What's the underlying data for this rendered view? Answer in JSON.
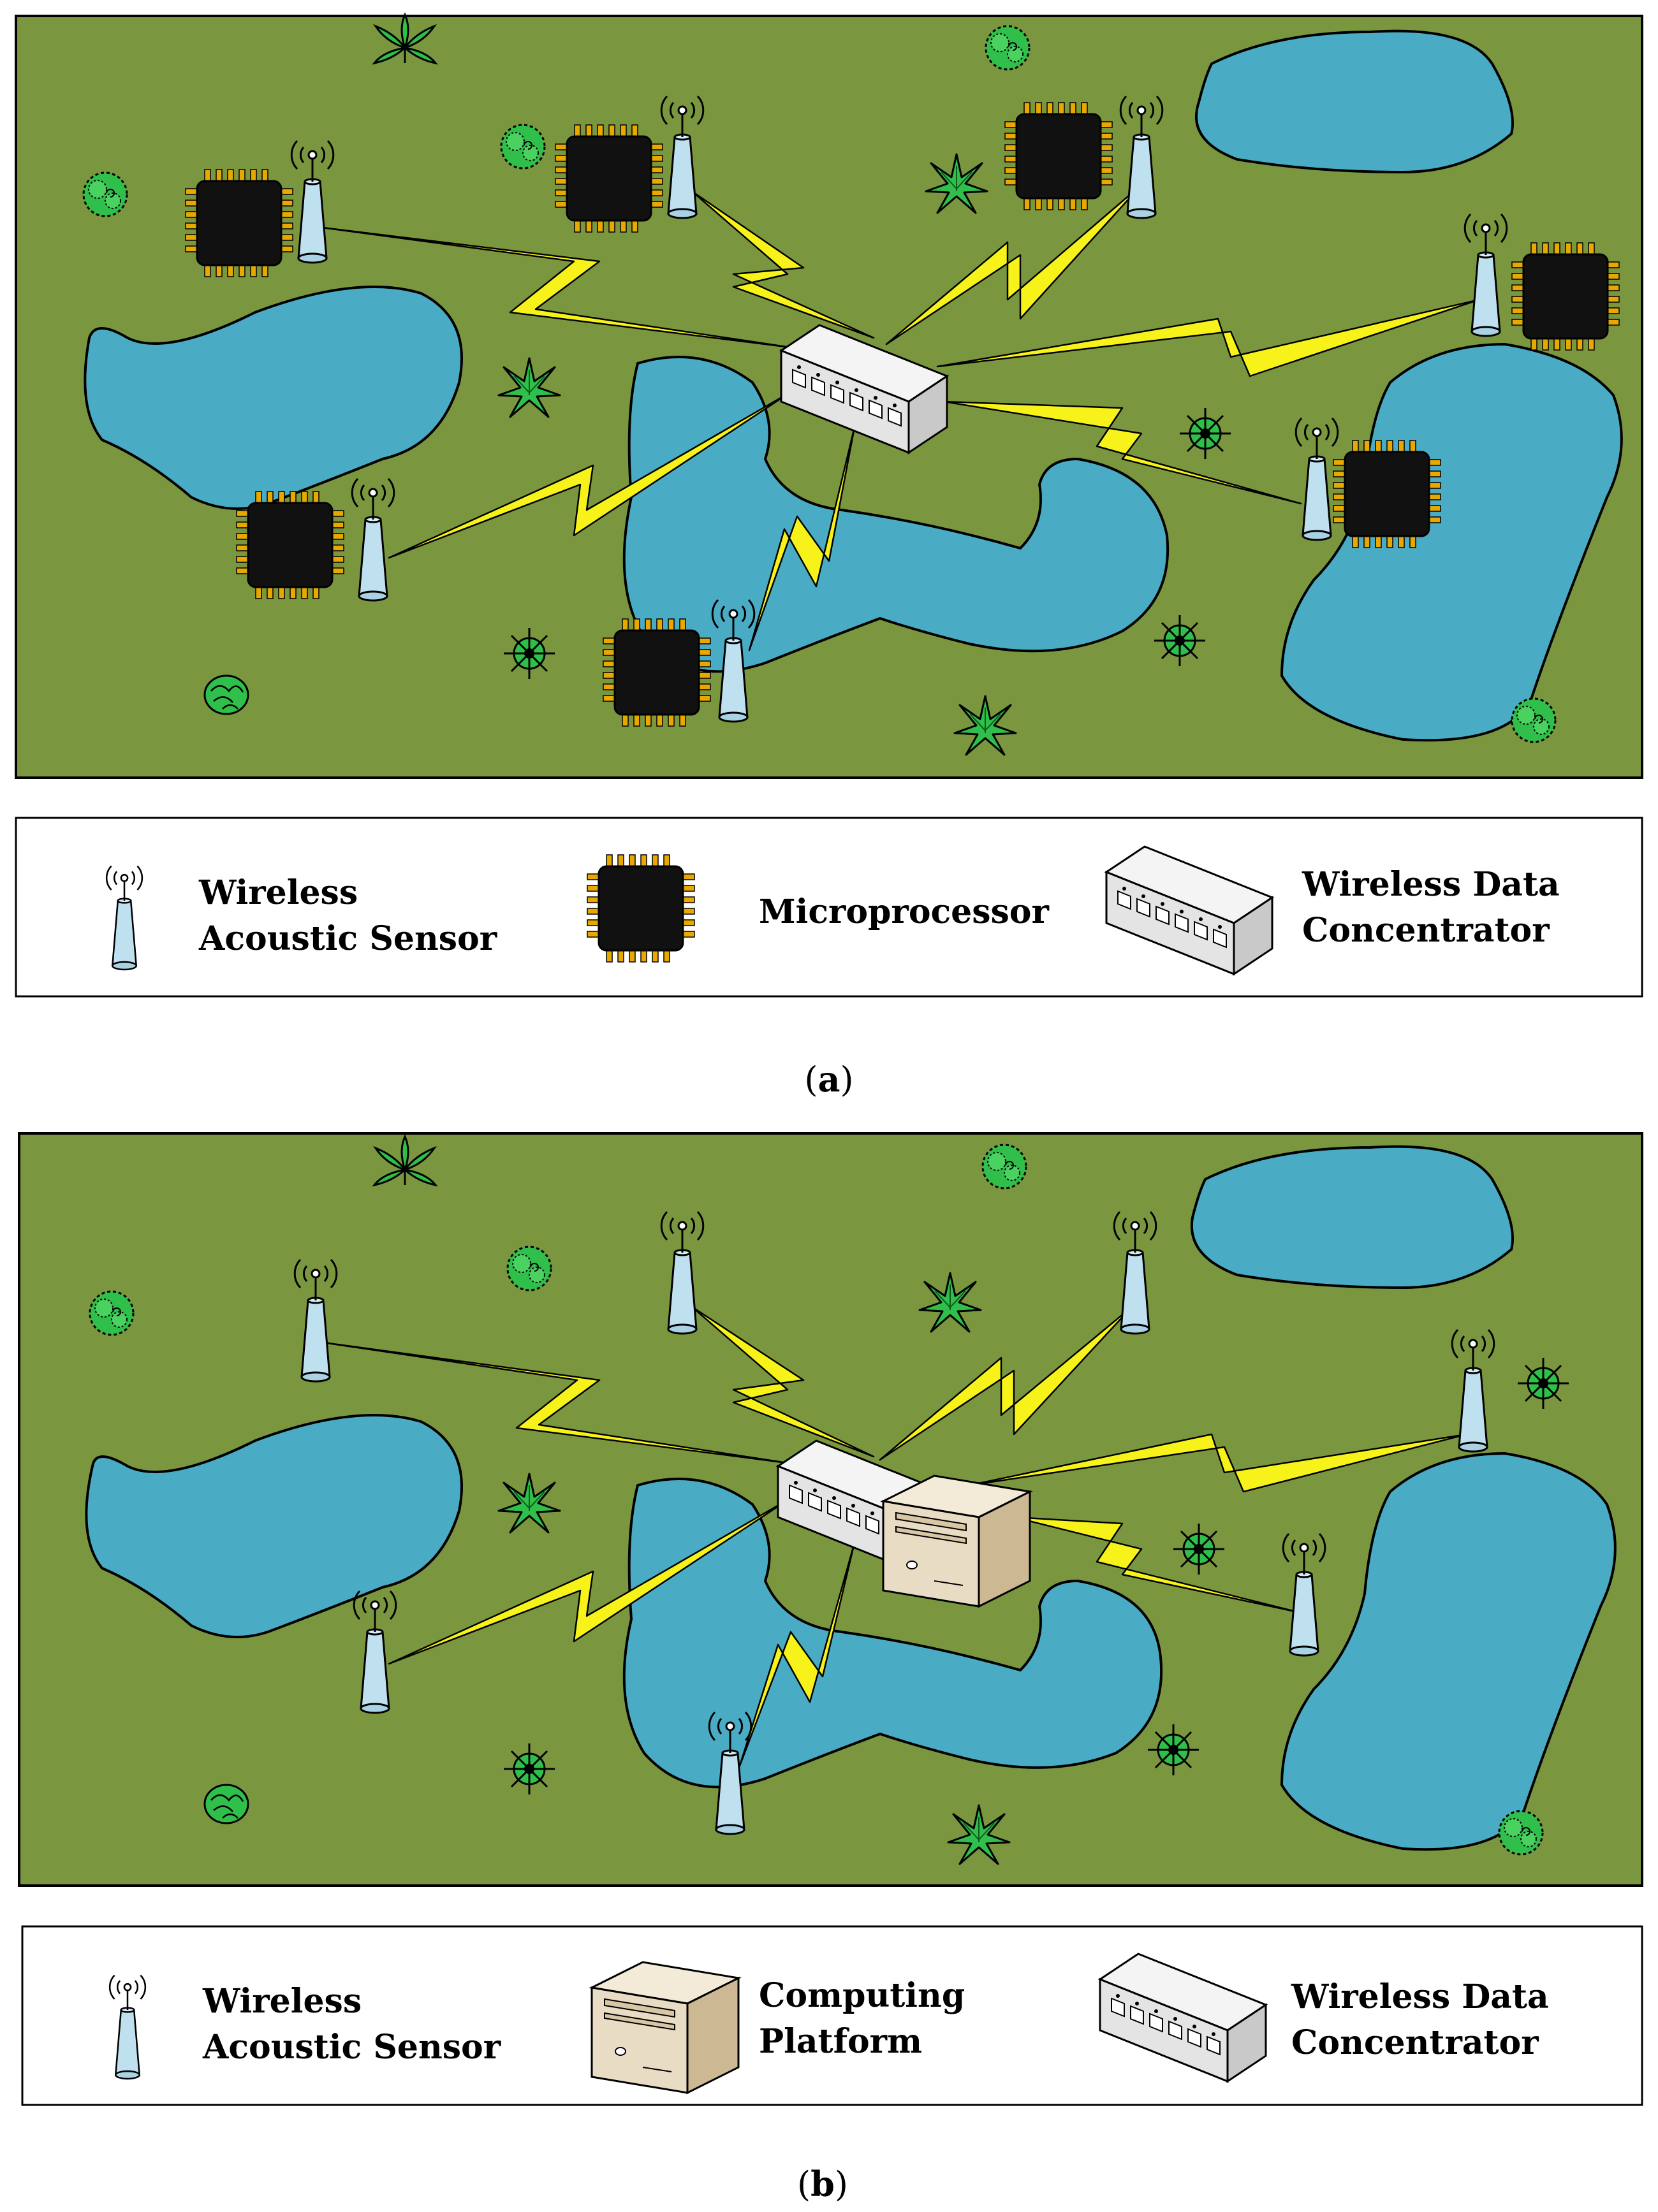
{
  "panel_a": {
    "legend": {
      "sensor": [
        "Wireless",
        "Acoustic Sensor"
      ],
      "processor": [
        "Microprocessor"
      ],
      "concentrator": [
        "Wireless Data",
        "Concentrator"
      ]
    },
    "caption": {
      "open": "(",
      "letter": "a",
      "close": ")"
    }
  },
  "panel_b": {
    "legend": {
      "sensor": [
        "Wireless",
        "Acoustic Sensor"
      ],
      "computing": [
        "Computing",
        "Platform"
      ],
      "concentrator": [
        "Wireless Data",
        "Concentrator"
      ]
    },
    "caption": {
      "open": "(",
      "letter": "b",
      "close": ")"
    }
  },
  "colors": {
    "grass": "#7a963f",
    "water": "#4aabc4",
    "lightning": "#f6f21a",
    "chip": "#111111",
    "chip_pins": "#e8a800",
    "sensor": "#bfe0ee",
    "concentrator": "#e9e9e9",
    "computer": "#e6d7bf"
  },
  "icons": {
    "sensor": "antenna-sensor-icon",
    "processor": "microchip-icon",
    "concentrator": "network-switch-icon",
    "computing": "desktop-computer-icon"
  }
}
